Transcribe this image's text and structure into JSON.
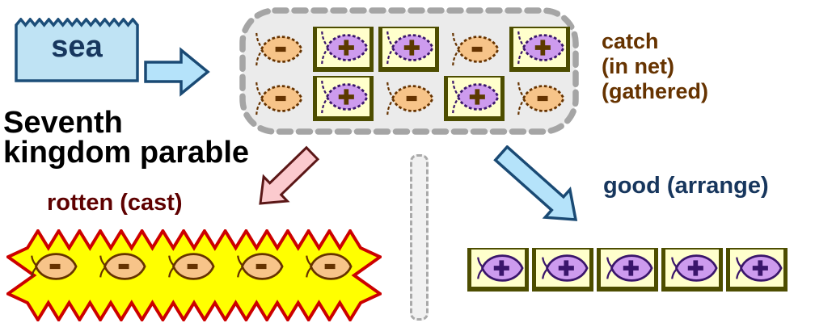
{
  "title": {
    "line1": "Seventh",
    "line2": "kingdom parable"
  },
  "sea": {
    "label": "sea"
  },
  "flow": {
    "catch_label_lines": [
      "catch",
      "(in net)",
      "(gathered)"
    ],
    "rotten_label": "rotten (cast)",
    "good_label": "good (arrange)"
  },
  "net": {
    "rows": [
      [
        "-",
        "+",
        "+",
        "-",
        "+"
      ],
      [
        "-",
        "+",
        "-",
        "+",
        "-"
      ]
    ]
  },
  "rotten_fish": [
    "-",
    "-",
    "-",
    "-",
    "-"
  ],
  "good_fish": [
    "+",
    "+",
    "+",
    "+",
    "+"
  ],
  "colors": {
    "bad_fish_fill": "#F7C489",
    "bad_fish_stroke": "#663300",
    "good_fish_fill": "#CD9BEE",
    "good_fish_stroke": "#3A156B",
    "net_sign_brown": "#5C3A00",
    "basket_fill": "#FFFFCC",
    "basket_border": "#4D4D00",
    "burst_fill": "#FFFF00",
    "burst_border": "#CC0000",
    "sea_fill": "#BFE3F4",
    "sea_border": "#1C4E79",
    "blue_arrow_fill": "#B5E3FA",
    "blue_arrow_border": "#1A4A74",
    "pink_arrow_fill": "#FBCACE",
    "pink_arrow_border": "#5B1717",
    "net_fill": "#EBEBEB",
    "net_border": "#A5A5A5"
  }
}
